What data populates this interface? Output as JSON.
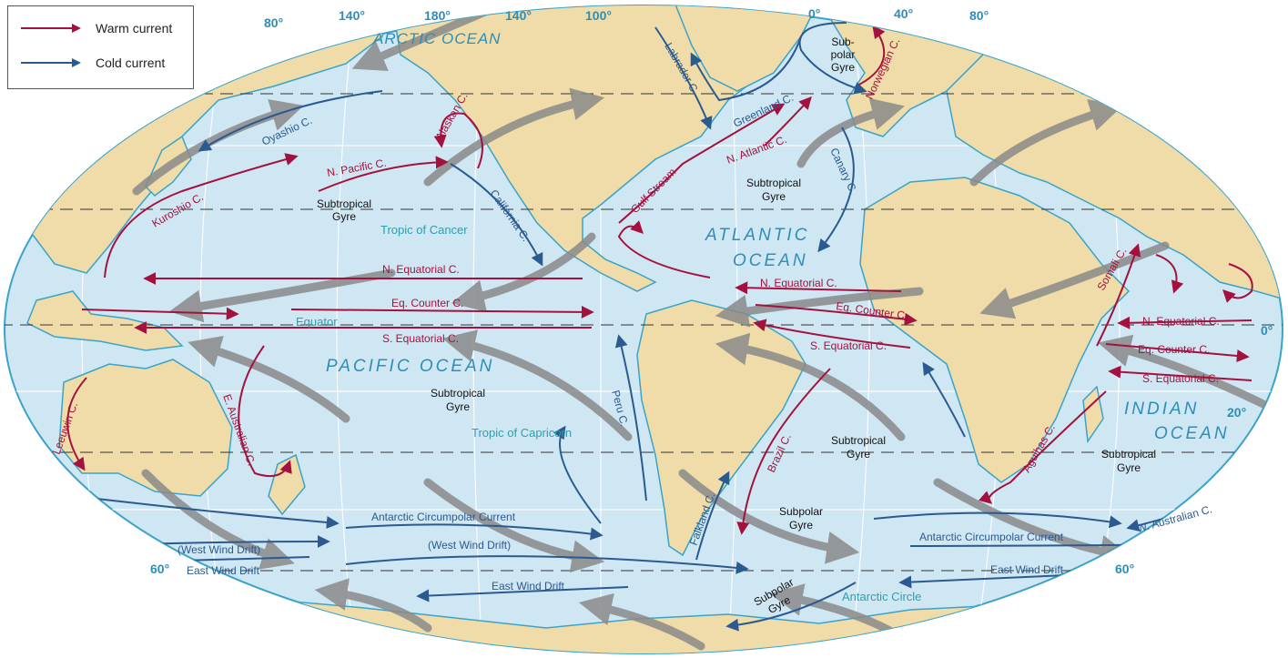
{
  "legend": {
    "warm": "Warm current",
    "cold": "Cold current",
    "warm_color": "#a3123e",
    "cold_color": "#2a5a90"
  },
  "colors": {
    "land": "#f0dca8",
    "ocean": "#cfe6f3",
    "coast": "#3aa3c9",
    "warm": "#a3123e",
    "cold": "#2a5a90",
    "wind": "#8a8a8a",
    "ocean_label": "#2d8fb8",
    "latitude_label": "#2d8fb8"
  },
  "ocean_labels": {
    "arctic": "ARCTIC OCEAN",
    "atlantic_1": "ATLANTIC",
    "atlantic_2": "OCEAN",
    "pacific": "PACIFIC OCEAN",
    "indian_1": "INDIAN",
    "indian_2": "OCEAN"
  },
  "reference_lines": {
    "tropic_cancer": "Tropic of Cancer",
    "equator": "Equator",
    "tropic_capricorn": "Tropic of Capricorn",
    "antarctic_circle": "Antarctic Circle"
  },
  "longitude_labels": [
    "80°",
    "140°",
    "180°",
    "140°",
    "100°",
    "0°",
    "40°",
    "80°"
  ],
  "latitude_labels": {
    "zero": "0°",
    "twenty": "20°",
    "sixty_w": "60°",
    "sixty_e": "60°"
  },
  "gyres": {
    "n_pacific_1": "Subtropical",
    "n_pacific_2": "Gyre",
    "n_atlantic_1": "Subtropical",
    "n_atlantic_2": "Gyre",
    "s_pacific_1": "Subtropical",
    "s_pacific_2": "Gyre",
    "s_atlantic_1": "Subtropical",
    "s_atlantic_2": "Gyre",
    "indian_1": "Subtropical",
    "indian_2": "Gyre",
    "subpolar_n_1": "Sub-",
    "subpolar_n_2": "polar",
    "subpolar_n_3": "Gyre",
    "subpolar_s_1": "Subpolar",
    "subpolar_s_2": "Gyre",
    "subpolar_ant_1": "Subpolar",
    "subpolar_ant_2": "Gyre"
  },
  "warm_currents": {
    "kuroshio": "Kuroshio C.",
    "n_pacific": "N. Pacific C.",
    "alaskan": "Alaskan C.",
    "gulf_stream": "Gulf Stream",
    "n_atlantic": "N. Atlantic C.",
    "norwegian": "Norwegian C.",
    "n_equatorial_pac": "N. Equatorial C.",
    "eq_counter_pac": "Eq. Counter C.",
    "s_equatorial_pac": "S. Equatorial C.",
    "e_australian": "E. Australian C.",
    "leeuwin": "Leeuwin C.",
    "n_equatorial_atl": "N. Equatorial C.",
    "eq_counter_atl": "Eq. Counter C.",
    "s_equatorial_atl": "S. Equatorial C.",
    "brazil": "Brazil C.",
    "somali": "Somali C.",
    "n_equatorial_ind": "N. Equatorial C.",
    "eq_counter_ind": "Eq. Counter C.",
    "s_equatorial_ind": "S. Equatorial C.",
    "agulhas": "Agulhas C."
  },
  "cold_currents": {
    "oyashio": "Oyashio C.",
    "california": "California C.",
    "labrador": "Labrador C.",
    "greenland": "Greenland C.",
    "canary": "Canary C.",
    "peru": "Peru C.",
    "falkland": "Falkland C.",
    "w_australian": "W. Australian C.",
    "acc_1": "Antarctic Circumpolar Current",
    "acc_2": "Antarctic Circumpolar Current",
    "wwd_1": "(West Wind Drift)",
    "wwd_2": "(West Wind Drift)",
    "ewd_1": "East Wind Drift",
    "ewd_2": "East Wind Drift",
    "ewd_3": "East Wind Drift"
  }
}
